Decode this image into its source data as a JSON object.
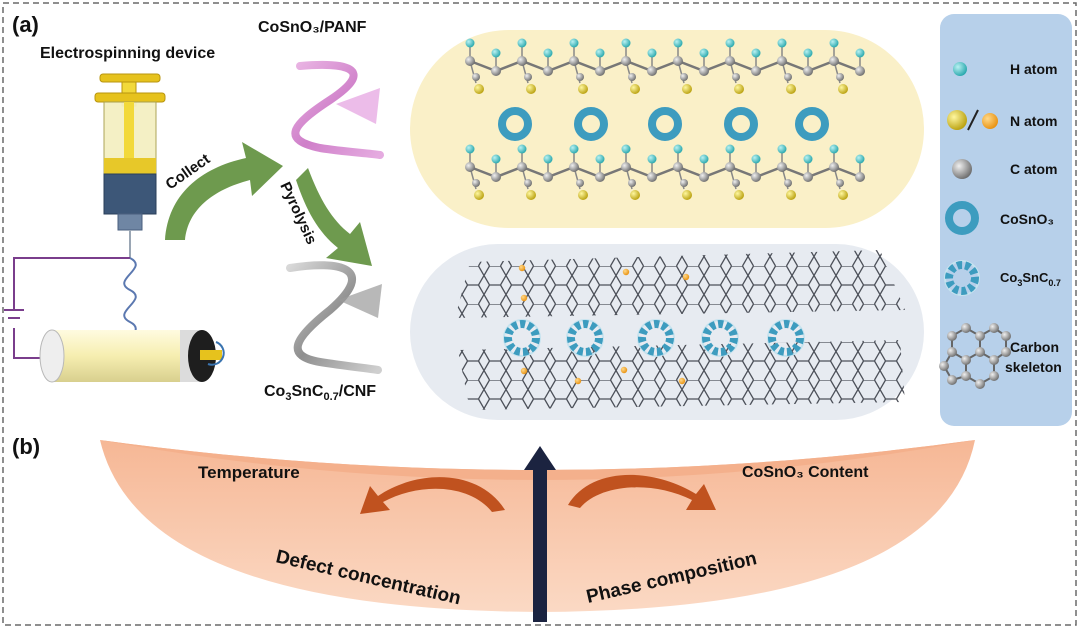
{
  "panel_a": {
    "label": "(a)",
    "device_title": "Electrospinning device",
    "precursor_fiber": "CoSnO₃/PANF",
    "product_fiber_prefix": "Co",
    "product_fiber_sub1": "3",
    "product_fiber_mid": "SnC",
    "product_fiber_sub2": "0.7",
    "product_fiber_suffix": "/CNF",
    "collect_label": "Collect",
    "pyrolysis_label": "Pyrolysis"
  },
  "legend": {
    "h_atom": "H atom",
    "n_atom": "N atom",
    "c_atom": "C atom",
    "cosno3": "CoSnO₃",
    "co3snc_prefix": "Co",
    "co3snc_sub1": "3",
    "co3snc_mid": "SnC",
    "co3snc_sub2": "0.7",
    "carbon_line1": "Carbon",
    "carbon_line2": "skeleton"
  },
  "panel_b": {
    "label": "(b)",
    "left_factor": "Temperature",
    "right_factor": "CoSnO₃ Content",
    "left_outcome": "Defect concentration",
    "right_outcome": "Phase composition"
  },
  "colors": {
    "h_atom": "#3fc6c9",
    "n_atom_yellow": "#d6c21a",
    "n_atom_orange": "#f0a21e",
    "c_atom": "#9a9a9a",
    "cosno3_ring": "#3d9cbf",
    "precursor_panel": "#faf0c8",
    "carbon_panel": "#e7ebf1",
    "legend_panel": "#b7d0ea",
    "bowl": "#f7c2a3",
    "green_arrow": "#6e9a4e",
    "curved_arrow": "#c0521f",
    "up_arrow": "#1b2340"
  }
}
